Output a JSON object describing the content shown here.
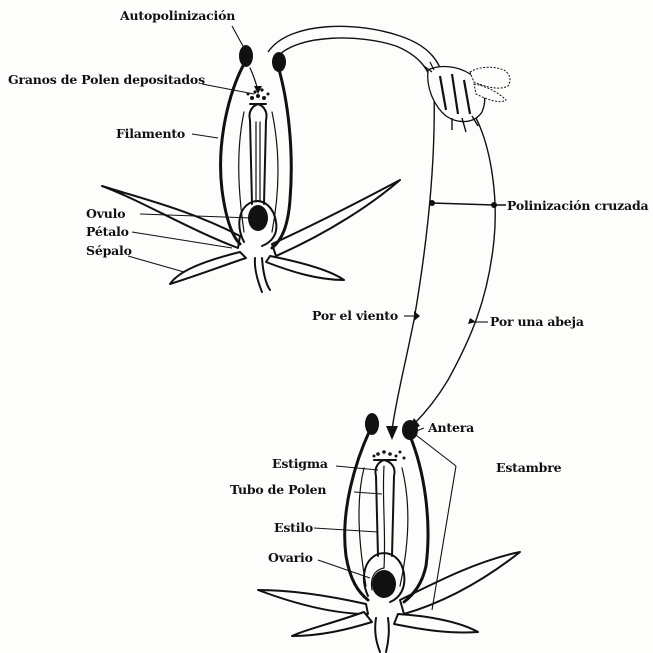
{
  "labels": {
    "autopolinizacion": "Autopolinización",
    "granos_polen": "Granos de Polen depositados",
    "filamento": "Filamento",
    "ovulo": "Ovulo",
    "petalo": "Pétalo",
    "sepalo": "Sépalo",
    "polinizacion_cruzada": "Polinización cruzada",
    "por_el_viento": "Por el viento",
    "por_una_abeja": "Por una abeja",
    "antera": "Antera",
    "estambre": "Estambre",
    "estigma": "Estigma",
    "tubo_polen": "Tubo de Polen",
    "estilo": "Estilo",
    "ovario": "Ovario"
  }
}
